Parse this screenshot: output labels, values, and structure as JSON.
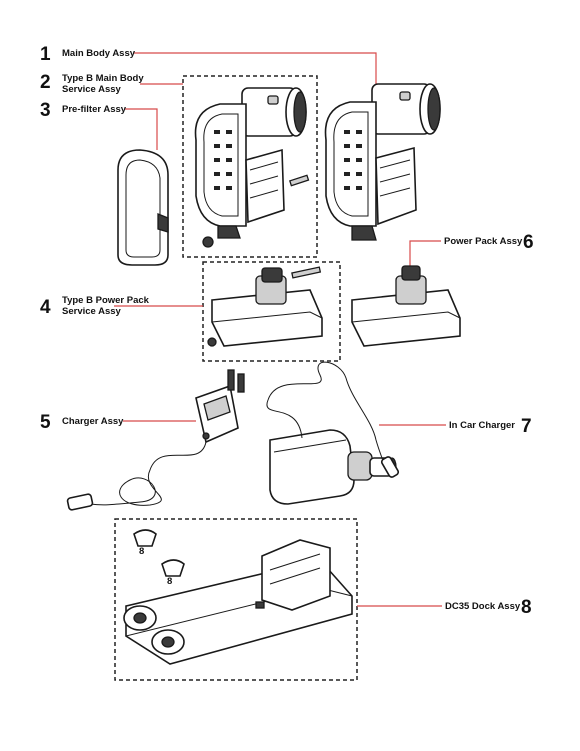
{
  "items": [
    {
      "number": "1",
      "label_lines": [
        "Main Body Assy"
      ]
    },
    {
      "number": "2",
      "label_lines": [
        "Type B Main Body",
        "Service Assy"
      ]
    },
    {
      "number": "3",
      "label_lines": [
        "Pre-filter Assy"
      ]
    },
    {
      "number": "4",
      "label_lines": [
        "Type B Power Pack",
        "Service Assy"
      ]
    },
    {
      "number": "5",
      "label_lines": [
        "Charger Assy"
      ]
    },
    {
      "number": "6",
      "label_lines": [
        "Power Pack Assy"
      ]
    },
    {
      "number": "7",
      "label_lines": [
        "In Car Charger"
      ]
    },
    {
      "number": "8",
      "label_lines": [
        "DC35 Dock Assy"
      ]
    }
  ],
  "dock_screw_marks": [
    "8",
    "8"
  ],
  "colors": {
    "leader_line": "#d84a4a",
    "outline": "#1a1a1a"
  }
}
